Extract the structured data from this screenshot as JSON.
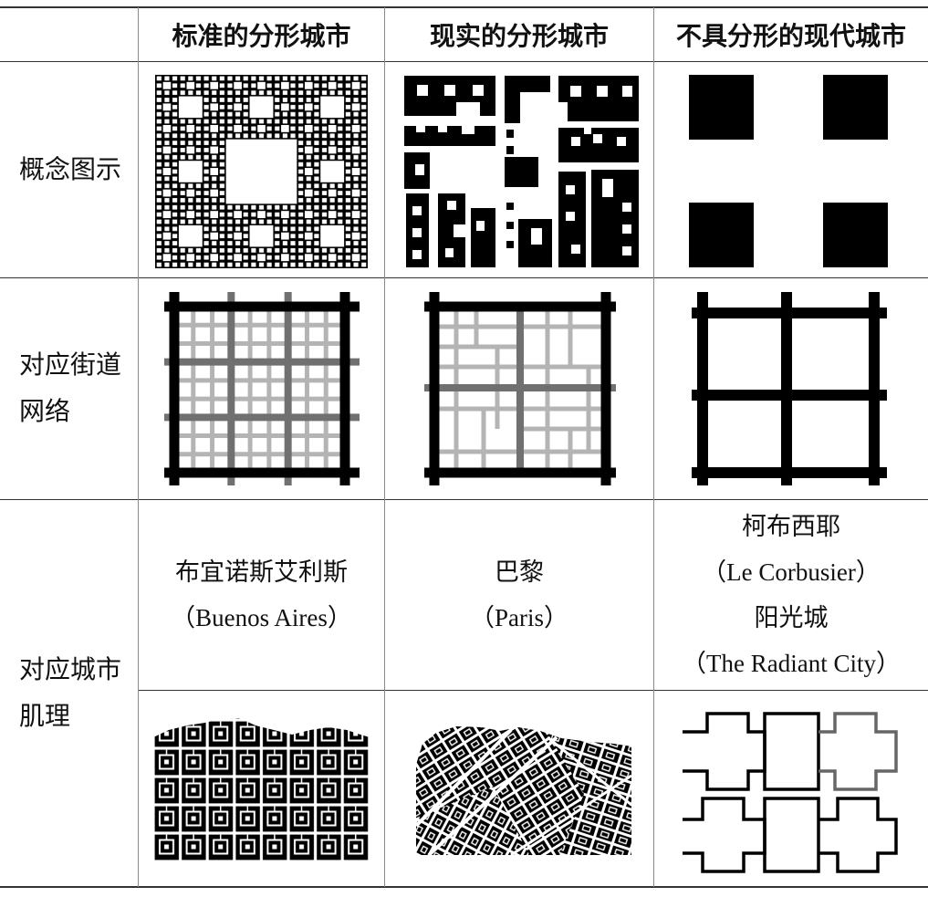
{
  "table": {
    "headers": {
      "standard": "标准的分形城市",
      "real": "现实的分形城市",
      "modern": "不具分形的现代城市"
    },
    "rows": {
      "concept": {
        "label": [
          "概念图示"
        ]
      },
      "street": {
        "label": [
          "对应街道",
          "网络"
        ]
      },
      "fabric": {
        "label": [
          "对应城市",
          "肌理"
        ]
      }
    },
    "fabric_captions": {
      "standard": [
        "布宜诺斯艾利斯",
        "（Buenos Aires）"
      ],
      "real": [
        "巴黎",
        "（Paris）"
      ],
      "modern": [
        "柯布西耶",
        "（Le Corbusier）",
        "阳光城",
        "（The Radiant City）"
      ]
    }
  },
  "colors": {
    "ink": "#000000",
    "paper": "#ffffff",
    "street_secondary": "#707070",
    "street_tertiary": "#b4b4b4",
    "outline_light": "#666666"
  }
}
